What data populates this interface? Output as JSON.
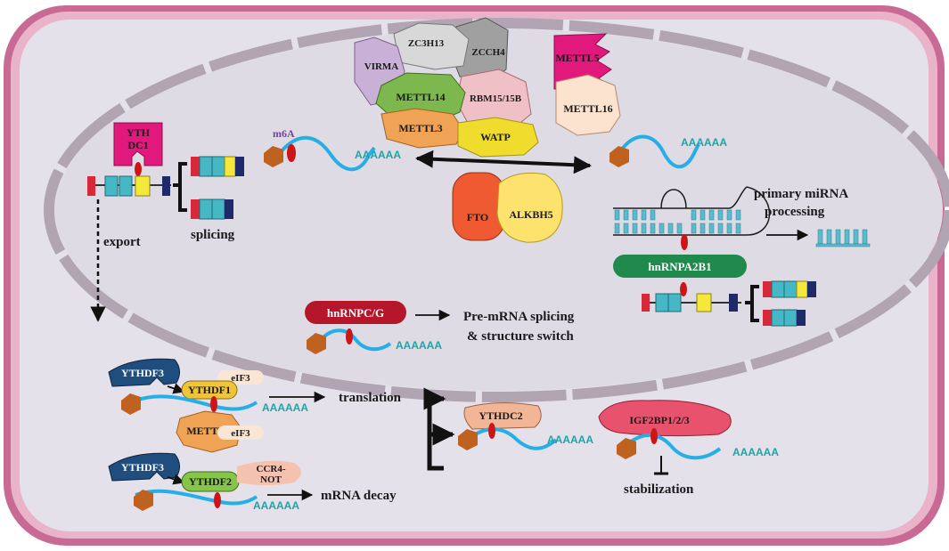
{
  "proteins": {
    "zc3h13": "ZC3H13",
    "zcch4": "ZCCH4",
    "virma": "VIRMA",
    "mettl14": "METTL14",
    "rbm15": "RBM15/15B",
    "mettl3_writer": "METTL3",
    "watp": "WATP",
    "mettl5": "METTL5",
    "mettl16": "METTL16",
    "fto": "FTO",
    "alkbh5": "ALKBH5",
    "ythdc1_line1": "YTH",
    "ythdc1_line2": "DC1",
    "hnrnpa2b1": "hnRNPA2B1",
    "hnrnpcg": "hnRNPC/G",
    "ythdf3_top": "YTHDF3",
    "ythdf1": "YTHDF1",
    "eif3_top": "eIF3",
    "mettl3_cyto": "METTL3",
    "eif3_bottom": "eIF3",
    "ythdf3_bottom": "YTHDF3",
    "ythdf2": "YTHDF2",
    "ccr4_line1": "CCR4-",
    "ccr4_line2": "NOT",
    "ythdc2": "YTHDC2",
    "igf2bp": "IGF2BP1/2/3"
  },
  "labels": {
    "m6a": "m6A",
    "export": "export",
    "splicing": "splicing",
    "mirna_line1": "primary miRNA",
    "mirna_line2": "processing",
    "premrna_line1": "Pre-mRNA splicing",
    "premrna_line2": "& structure switch",
    "translation": "translation",
    "decay": "mRNA decay",
    "stabilization": "stabilization"
  },
  "polya": "AAAAAA",
  "colors": {
    "membrane": "#c96a95",
    "cytoplasm": "#e4e1ea",
    "nuclear_envelope": "#b1a5b3",
    "rna": "#27aee6",
    "m6a_mark": "#cc1419",
    "cap": "#c0621f",
    "arrow": "#111111"
  }
}
